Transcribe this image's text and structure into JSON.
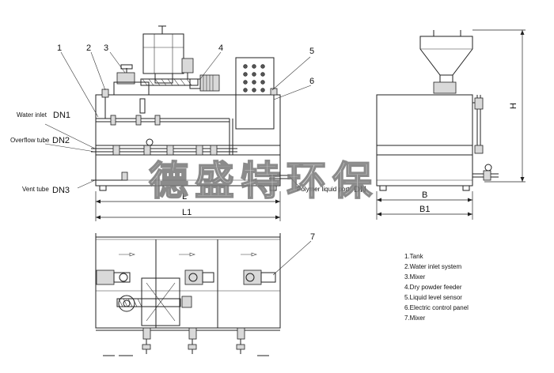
{
  "callouts": {
    "c1": "1",
    "c2": "2",
    "c3": "3",
    "c4": "4",
    "c5": "5",
    "c6": "6",
    "c7": "7"
  },
  "ports": {
    "water_inlet_text": "Water inlet",
    "water_inlet_dn": "DN1",
    "overflow_text": "Overflow tube",
    "overflow_dn": "DN2",
    "vent_text": "Vent tube",
    "vent_dn": "DN3",
    "polymer_text": "Polymer liquid port",
    "polymer_dn": "DN"
  },
  "dimensions": {
    "L": "L",
    "L1": "L1",
    "B": "B",
    "B1": "B1",
    "H": "H"
  },
  "legend": [
    "1.Tank",
    "2.Water inlet system",
    "3.Mixer",
    "4.Dry powder feeder",
    "5.Liquid level sensor",
    "6.Electric control panel",
    "7.Mixer"
  ],
  "watermark": "德盛特环保"
}
